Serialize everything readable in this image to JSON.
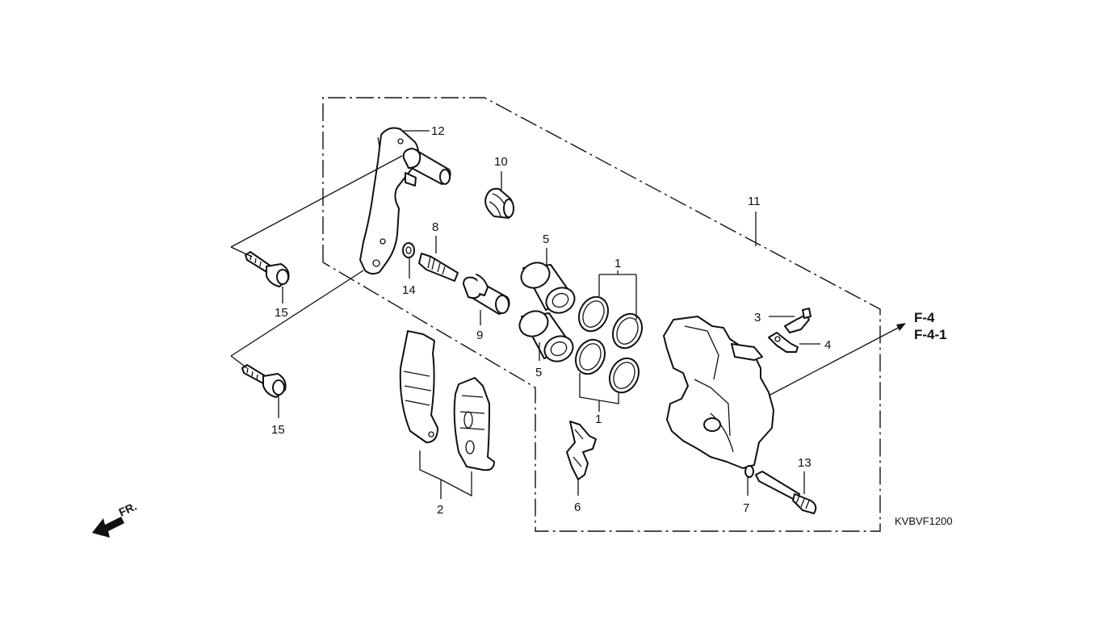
{
  "diagram": {
    "labels": {
      "l1a": "1",
      "l1b": "1",
      "l2": "2",
      "l3": "3",
      "l4": "4",
      "l5a": "5",
      "l5b": "5",
      "l6": "6",
      "l7": "7",
      "l8": "8",
      "l9": "9",
      "l10": "10",
      "l11": "11",
      "l12": "12",
      "l13": "13",
      "l14": "14",
      "l15a": "15",
      "l15b": "15"
    },
    "ref": {
      "a": "F-4",
      "b": "F-4-1"
    },
    "code": "KVBVF1200",
    "front": "FR."
  }
}
